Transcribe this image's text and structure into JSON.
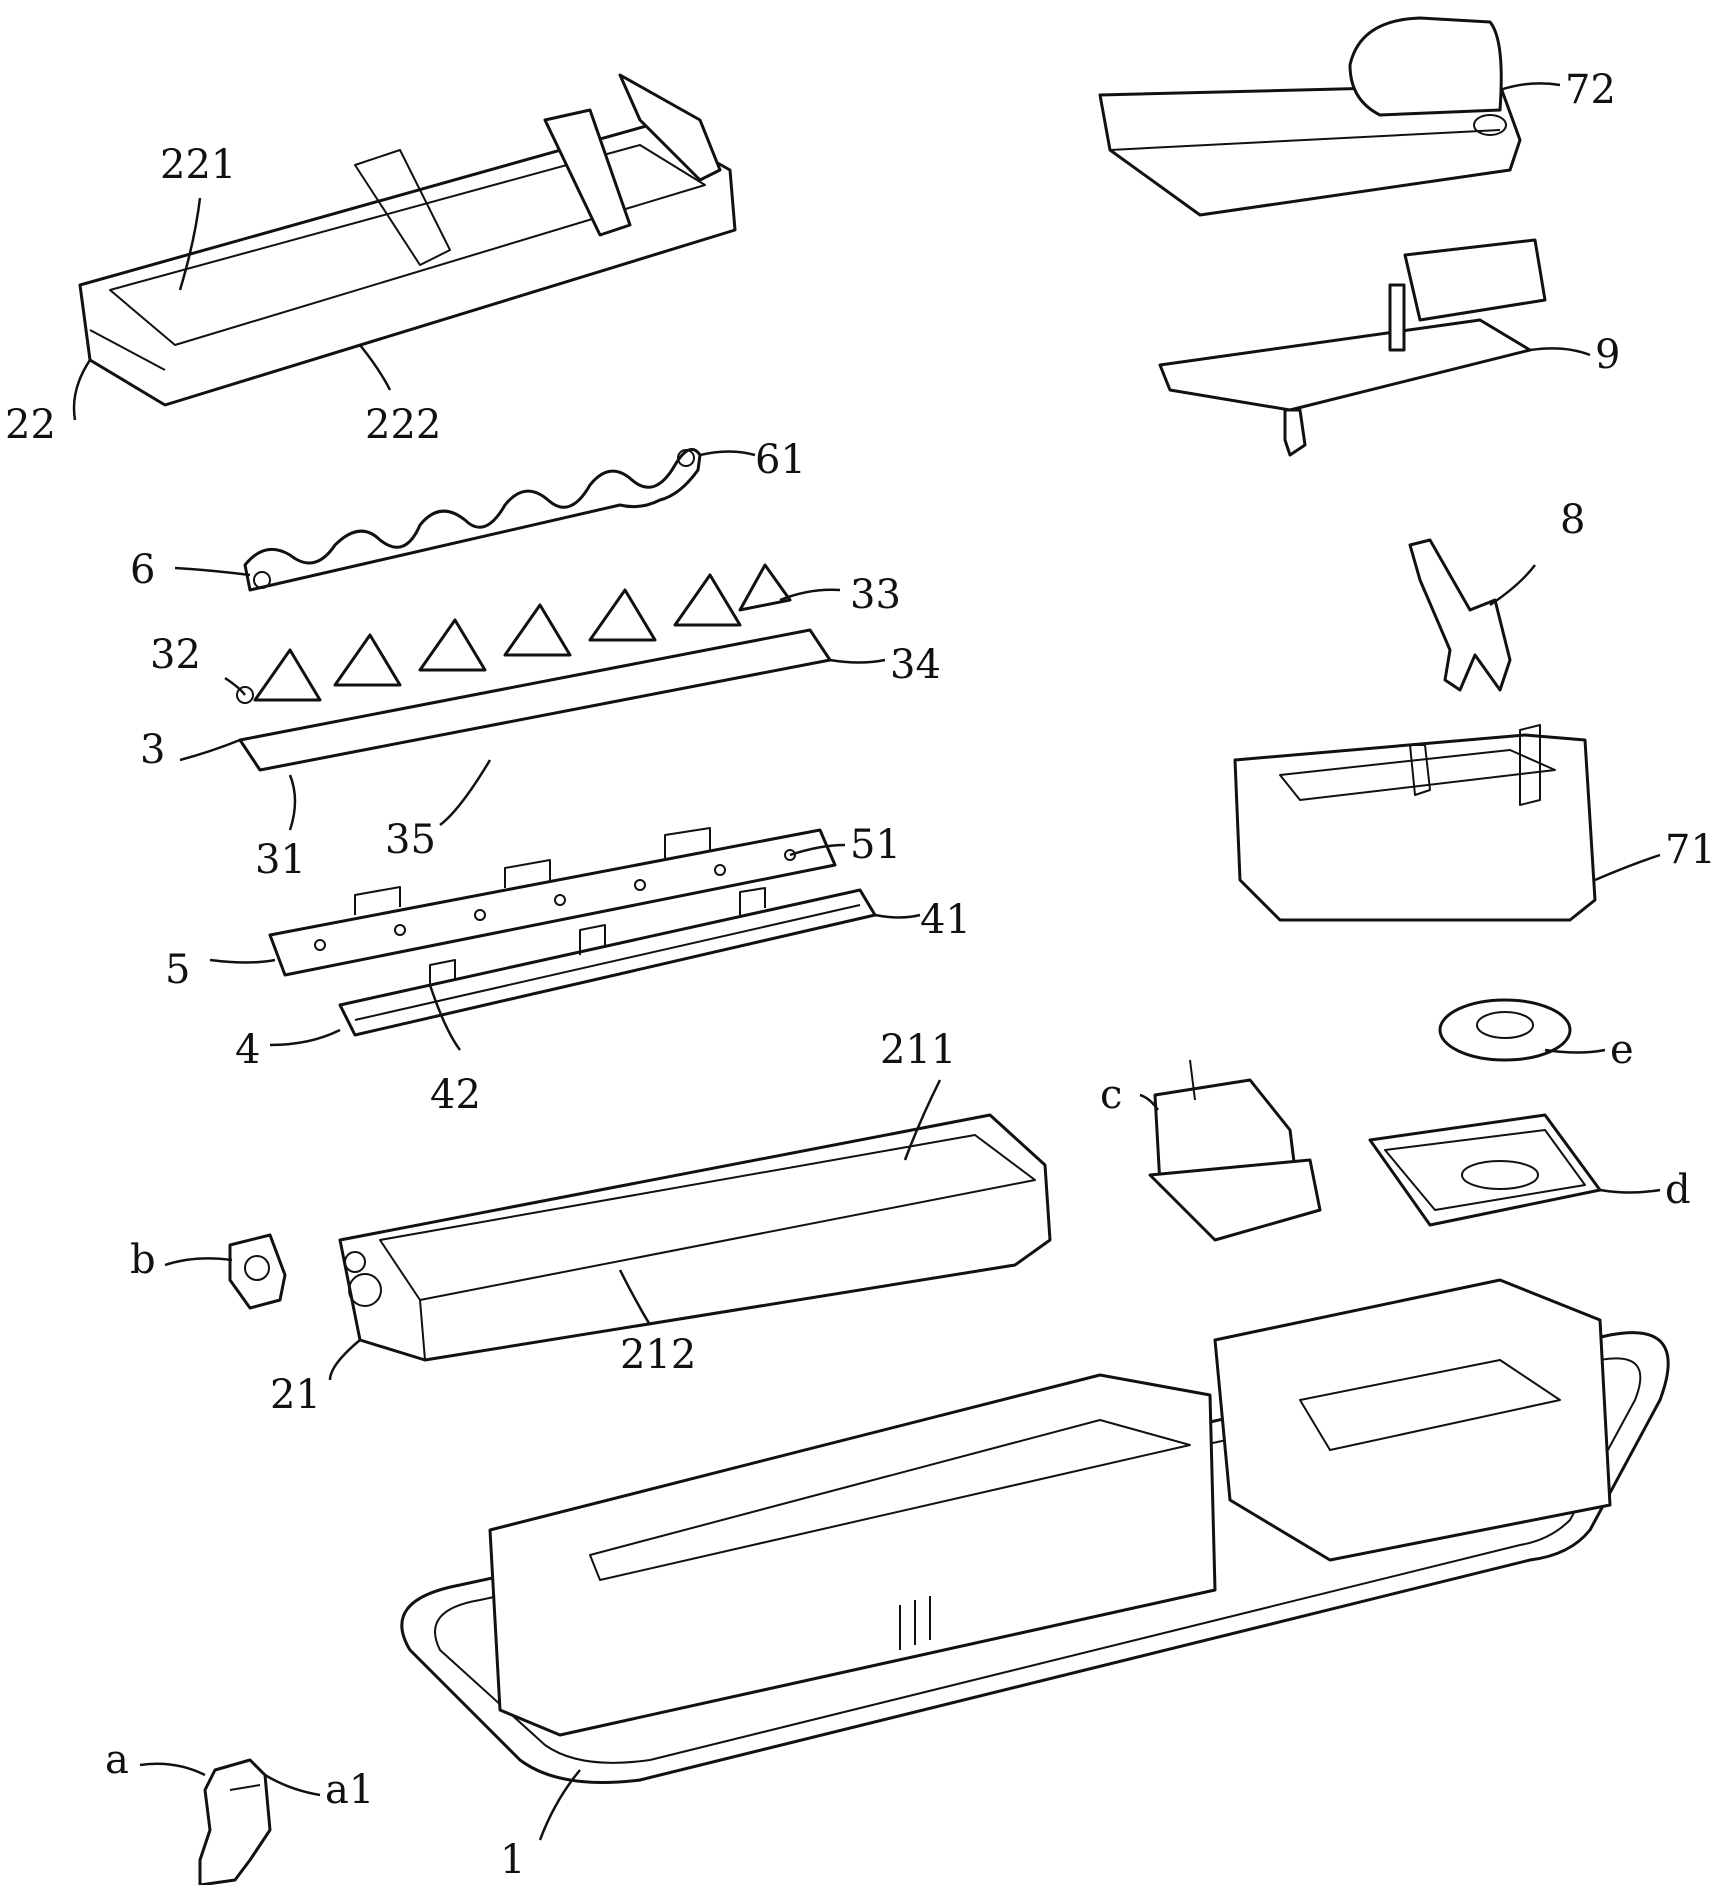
{
  "colors": {
    "line": "#111111",
    "background": "#ffffff"
  },
  "labels": {
    "l1": "1",
    "l21": "21",
    "l211": "211",
    "l212": "212",
    "l22": "22",
    "l221": "221",
    "l222": "222",
    "l3": "3",
    "l31": "31",
    "l32": "32",
    "l33": "33",
    "l34": "34",
    "l35": "35",
    "l4": "4",
    "l41": "41",
    "l42": "42",
    "l5": "5",
    "l51": "51",
    "l6": "6",
    "l61": "61",
    "l71": "71",
    "l72": "72",
    "l8": "8",
    "l9": "9",
    "la": "a",
    "la1": "a1",
    "lb": "b",
    "lc": "c",
    "ld": "d",
    "le": "e"
  }
}
